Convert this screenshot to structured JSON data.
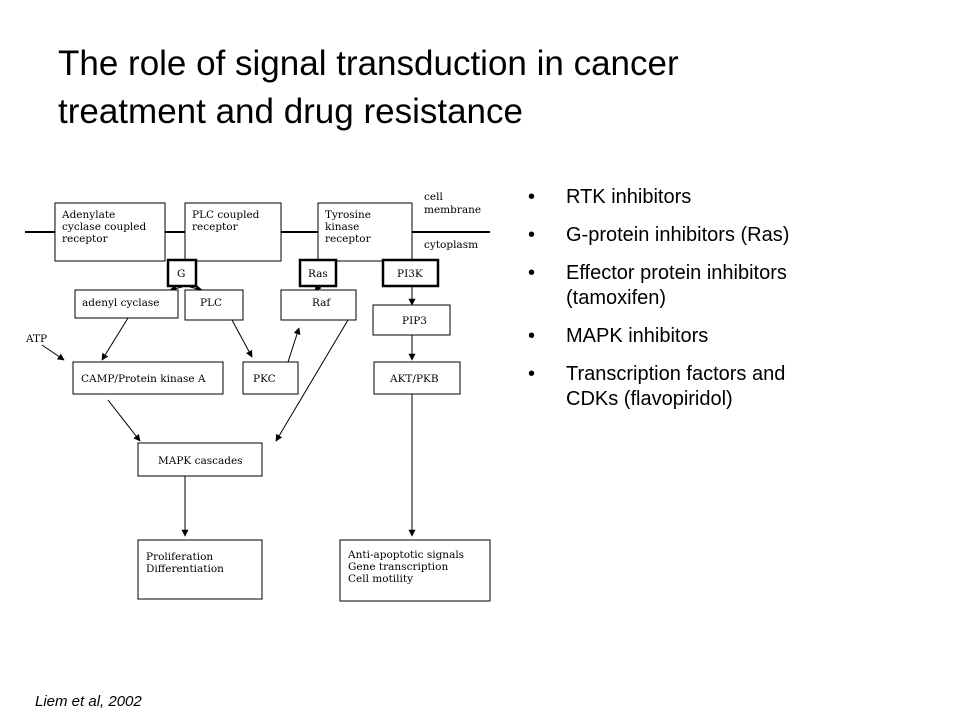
{
  "slide": {
    "title_line1": "The role of signal transduction in cancer",
    "title_line2": "treatment and drug resistance",
    "bullets": [
      [
        "RTK inhibitors"
      ],
      [
        "G-protein inhibitors (Ras)"
      ],
      [
        "Effector protein inhibitors",
        "(tamoxifen)"
      ],
      [
        "MAPK inhibitors"
      ],
      [
        "Transcription factors and",
        "CDKs (flavopiridol)"
      ]
    ],
    "citation": "Liem et al, 2002"
  },
  "diagram": {
    "labels": {
      "cell_membrane": [
        "cell",
        "membrane"
      ],
      "cytoplasm": "cytoplasm",
      "atp": "ATP"
    },
    "nodes": {
      "adenylate": [
        "Adenylate",
        "cyclase coupled",
        "receptor"
      ],
      "plc_receptor": [
        "PLC coupled",
        "receptor"
      ],
      "tyrosine": [
        "Tyrosine",
        "kinase",
        "receptor"
      ],
      "g": [
        "G"
      ],
      "ras": [
        "Ras"
      ],
      "pi3k": [
        "PI3K"
      ],
      "adenyl_cyclase": [
        "adenyl cyclase"
      ],
      "plc": [
        "PLC"
      ],
      "raf": [
        "Raf"
      ],
      "pip3": [
        "PIP3"
      ],
      "camp": [
        "CAMP/Protein kinase A"
      ],
      "pkc": [
        "PKC"
      ],
      "akt": [
        "AKT/PKB"
      ],
      "mapk": [
        "MAPK cascades"
      ],
      "prolif": [
        "Proliferation",
        "Differentiation"
      ],
      "anti": [
        "Anti-apoptotic signals",
        "Gene transcription",
        "Cell motility"
      ]
    }
  }
}
